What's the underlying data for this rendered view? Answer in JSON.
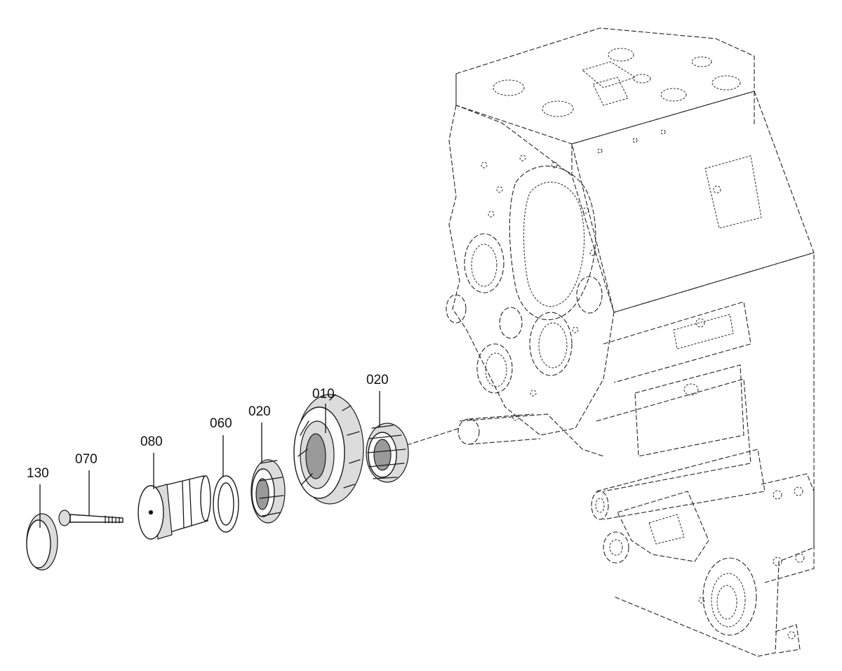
{
  "diagram": {
    "callouts": [
      {
        "id": "c130",
        "label": "130"
      },
      {
        "id": "c070",
        "label": "070"
      },
      {
        "id": "c080",
        "label": "080"
      },
      {
        "id": "c060",
        "label": "060"
      },
      {
        "id": "c020a",
        "label": "020"
      },
      {
        "id": "c010",
        "label": "010"
      },
      {
        "id": "c020b",
        "label": "020"
      }
    ],
    "parts": [
      "cover-cap",
      "screw",
      "shaft-pin",
      "shim-washer",
      "bearing",
      "spur-gear",
      "bearing",
      "gearbox-housing"
    ]
  }
}
